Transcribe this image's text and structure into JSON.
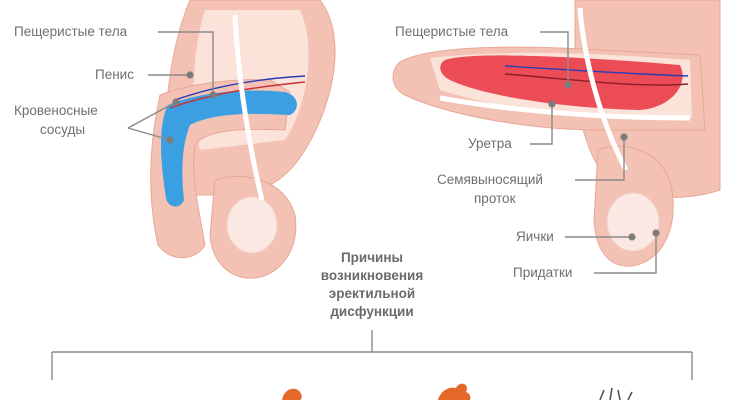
{
  "left_figure": {
    "labels": {
      "cavernous": "Пещеристые тела",
      "penis": "Пенис",
      "vessels_line1": "Кровеносные",
      "vessels_line2": "сосуды"
    }
  },
  "right_figure": {
    "labels": {
      "cavernous": "Пещеристые тела",
      "urethra": "Уретра",
      "vas_line1": "Семявыносящий",
      "vas_line2": "проток",
      "testicles": "Яички",
      "epididymis": "Придатки"
    }
  },
  "center_title": {
    "line1": "Причины",
    "line2": "возникновения",
    "line3": "эректильной",
    "line4": "дисфункции"
  },
  "colors": {
    "skin": "#f4c2b4",
    "skin_light": "#fbe3d9",
    "flaccid_blood": "#3aa0e2",
    "erect_blood": "#ec4c55",
    "vessel_line": "#2b3bb8",
    "label_text": "#6f6f6f"
  }
}
